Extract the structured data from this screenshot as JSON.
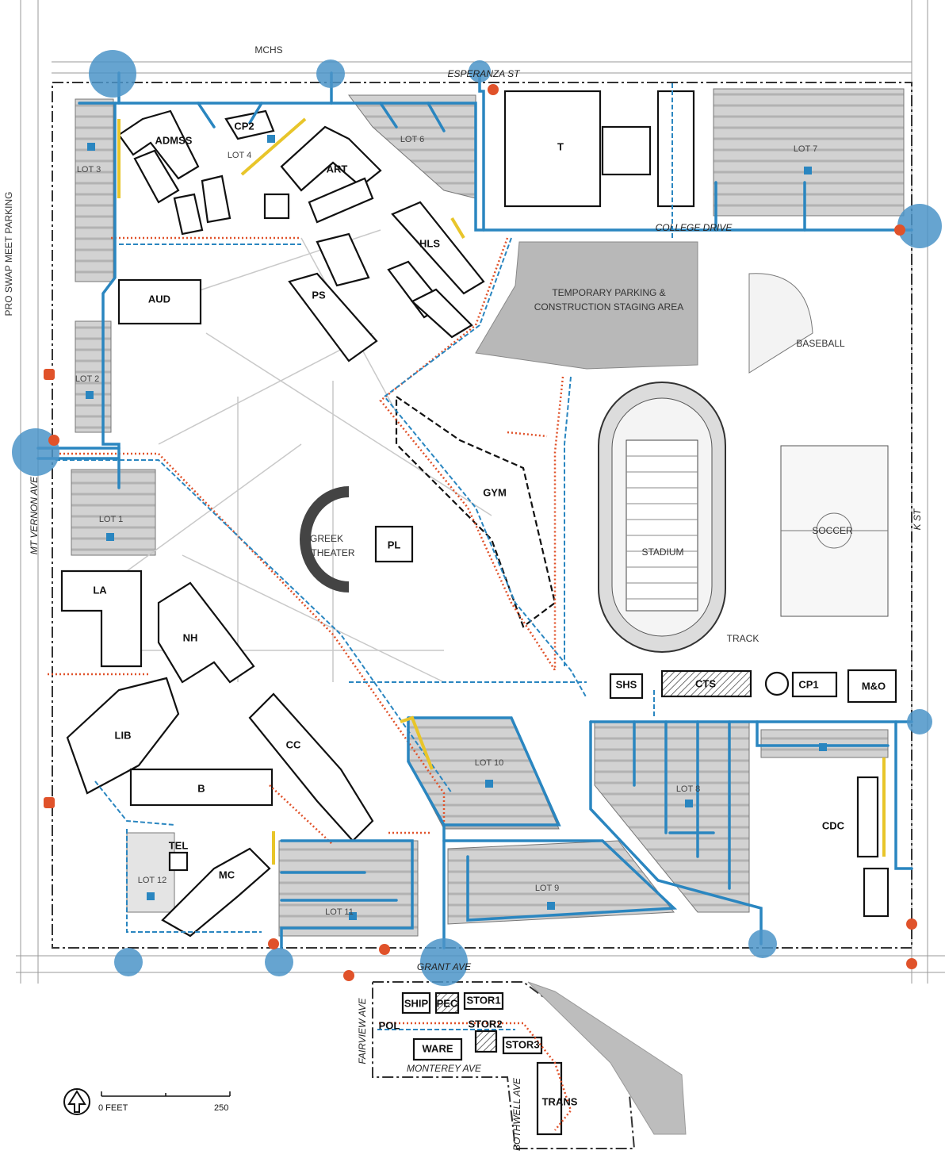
{
  "colors": {
    "water_blue": "#2a86c0",
    "circle_blue": "#4b94c8",
    "fire_red": "#e0522a",
    "gas_yellow": "#e8c52a",
    "lot_gray": "#c9c9c9",
    "staging_gray": "#b9b9b9",
    "boundary": "#333333"
  },
  "buildings": [
    {
      "id": "admss",
      "label": "ADMSS"
    },
    {
      "id": "cp2",
      "label": "CP2"
    },
    {
      "id": "art",
      "label": "ART"
    },
    {
      "id": "t",
      "label": "T"
    },
    {
      "id": "hls",
      "label": "HLS"
    },
    {
      "id": "aud",
      "label": "AUD"
    },
    {
      "id": "ps",
      "label": "PS"
    },
    {
      "id": "gym",
      "label": "GYM"
    },
    {
      "id": "pl",
      "label": "PL"
    },
    {
      "id": "la",
      "label": "LA"
    },
    {
      "id": "nh",
      "label": "NH"
    },
    {
      "id": "lib",
      "label": "LIB"
    },
    {
      "id": "cc",
      "label": "CC"
    },
    {
      "id": "b",
      "label": "B"
    },
    {
      "id": "tel",
      "label": "TEL"
    },
    {
      "id": "mc",
      "label": "MC"
    },
    {
      "id": "shs",
      "label": "SHS"
    },
    {
      "id": "cts",
      "label": "CTS"
    },
    {
      "id": "cp1",
      "label": "CP1"
    },
    {
      "id": "mo",
      "label": "M&O"
    },
    {
      "id": "cdc",
      "label": "CDC"
    },
    {
      "id": "ship",
      "label": "SHIP"
    },
    {
      "id": "pec",
      "label": "PEC"
    },
    {
      "id": "stor1",
      "label": "STOR1"
    },
    {
      "id": "stor2",
      "label": "STOR2"
    },
    {
      "id": "stor3",
      "label": "STOR3"
    },
    {
      "id": "pol",
      "label": "POL"
    },
    {
      "id": "ware",
      "label": "WARE"
    },
    {
      "id": "trans",
      "label": "TRANS"
    }
  ],
  "lots": [
    "LOT 1",
    "LOT 2",
    "LOT 3",
    "LOT 4",
    "LOT 6",
    "LOT 7",
    "LOT 8",
    "LOT 9",
    "LOT 10",
    "LOT 11",
    "LOT 12"
  ],
  "streets": {
    "north": "ESPERANZA ST",
    "west": "MT VERNON AVE",
    "east": "K ST",
    "south": "GRANT AVE",
    "college": "COLLEGE DRIVE",
    "fairview": "FAIRVIEW AVE",
    "monterey": "MONTEREY AVE",
    "bothwell": "BOTHWELL AVE"
  },
  "areas": {
    "mchs": "MCHS",
    "swap": "PRO SWAP MEET PARKING",
    "staging_1": "TEMPORARY PARKING &",
    "staging_2": "CONSTRUCTION STAGING AREA",
    "baseball": "BASEBALL",
    "stadium": "STADIUM",
    "soccer": "SOCCER",
    "track": "TRACK",
    "greek_1": "GREEK",
    "greek_2": "THEATER"
  },
  "scale": {
    "start": "0 FEET",
    "end": "250"
  },
  "icons": [
    "north-arrow-icon",
    "parking-icon",
    "hydrant-icon",
    "valve-icon"
  ]
}
